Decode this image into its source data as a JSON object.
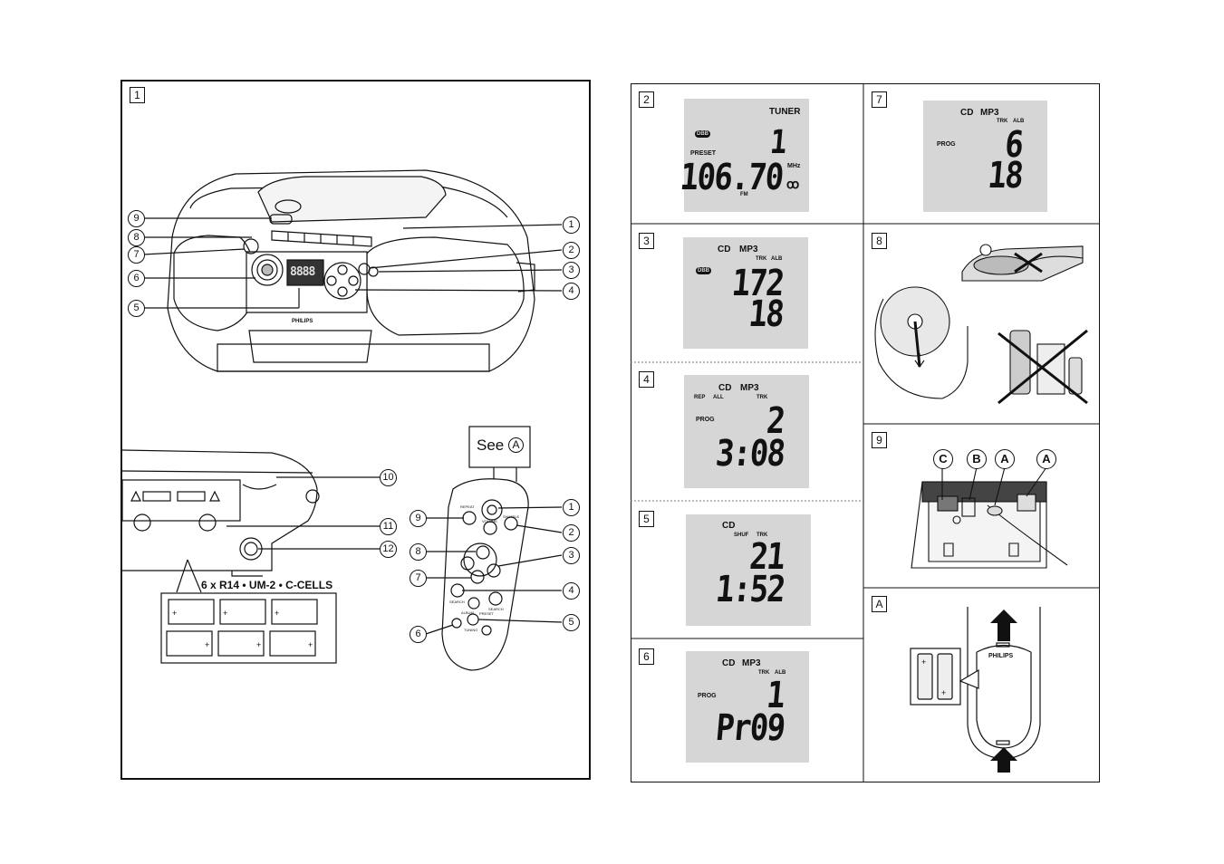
{
  "panel1": {
    "num": "1",
    "brand": "PHILIPS",
    "display_digits": "8888",
    "callouts_main": [
      "1",
      "2",
      "3",
      "4",
      "5",
      "6",
      "7",
      "8",
      "9"
    ],
    "callouts_back": [
      "10",
      "11",
      "12"
    ],
    "battery_label": "6 x R14 • UM-2 • C-CELLS",
    "see_label": "See",
    "see_ref": "A",
    "callouts_remote": [
      "1",
      "2",
      "3",
      "4",
      "5",
      "6",
      "7",
      "8",
      "9"
    ],
    "remote_labels": {
      "repeat": "REPEAT",
      "shuffle": "SHUFFLE",
      "volume": "VOLUME",
      "search_l": "SEARCH",
      "search_r": "SEARCH",
      "album": "ALBUM",
      "tuning": "TUNING",
      "preset": "PRESET"
    }
  },
  "panels": {
    "p2": {
      "num": "2",
      "mode": "TUNER",
      "dbb": "DBB",
      "preset_label": "PRESET",
      "preset_no": "1",
      "freq": "106.70",
      "unit": "MHz",
      "band": "FM",
      "stereo": "ꝏ"
    },
    "p3": {
      "num": "3",
      "cd": "CD",
      "mp3": "MP3",
      "trk": "TRK",
      "alb": "ALB",
      "dbb": "DBB",
      "big": "172",
      "small": "18"
    },
    "p4": {
      "num": "4",
      "cd": "CD",
      "mp3": "MP3",
      "rep": "REP",
      "all": "ALL",
      "trk": "TRK",
      "prog": "PROG",
      "big": "2",
      "small": "3:08"
    },
    "p5": {
      "num": "5",
      "cd": "CD",
      "shuf": "SHUF",
      "trk": "TRK",
      "big": "21",
      "small": "1:52"
    },
    "p6": {
      "num": "6",
      "cd": "CD",
      "mp3": "MP3",
      "trk": "TRK",
      "alb": "ALB",
      "prog": "PROG",
      "big": "1",
      "small": "Pr09"
    },
    "p7": {
      "num": "7",
      "cd": "CD",
      "mp3": "MP3",
      "trk": "TRK",
      "alb": "ALB",
      "prog": "PROG",
      "big": "6",
      "small": "18"
    },
    "p8": {
      "num": "8"
    },
    "p9": {
      "num": "9",
      "letters": [
        "C",
        "B",
        "A",
        "A"
      ]
    },
    "pA": {
      "num": "A",
      "brand": "PHILIPS"
    }
  }
}
